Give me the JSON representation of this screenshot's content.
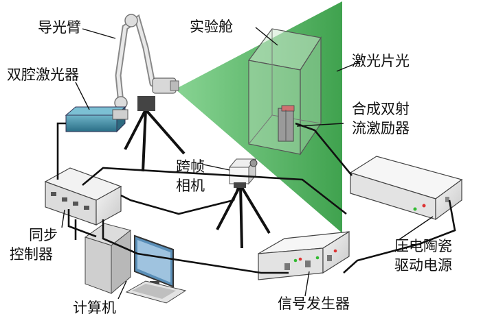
{
  "labels": {
    "guide_arm": "导光臂",
    "dual_laser": "双腔激光器",
    "chamber": "实验舱",
    "laser_sheet": "激光片光",
    "actuator_line1": "合成双射",
    "actuator_line2": "流激励器",
    "camera_line1": "跨帧",
    "camera_line2": "相机",
    "sync_line1": "同步",
    "sync_line2": "控制器",
    "computer": "计算机",
    "signal_gen": "信号发生器",
    "piezo_line1": "压电陶瓷",
    "piezo_line2": "驱动电源"
  },
  "colors": {
    "laser_sheet": "#2e9e3e",
    "laser_box": "#3f8fa8",
    "cable": "#111111"
  }
}
